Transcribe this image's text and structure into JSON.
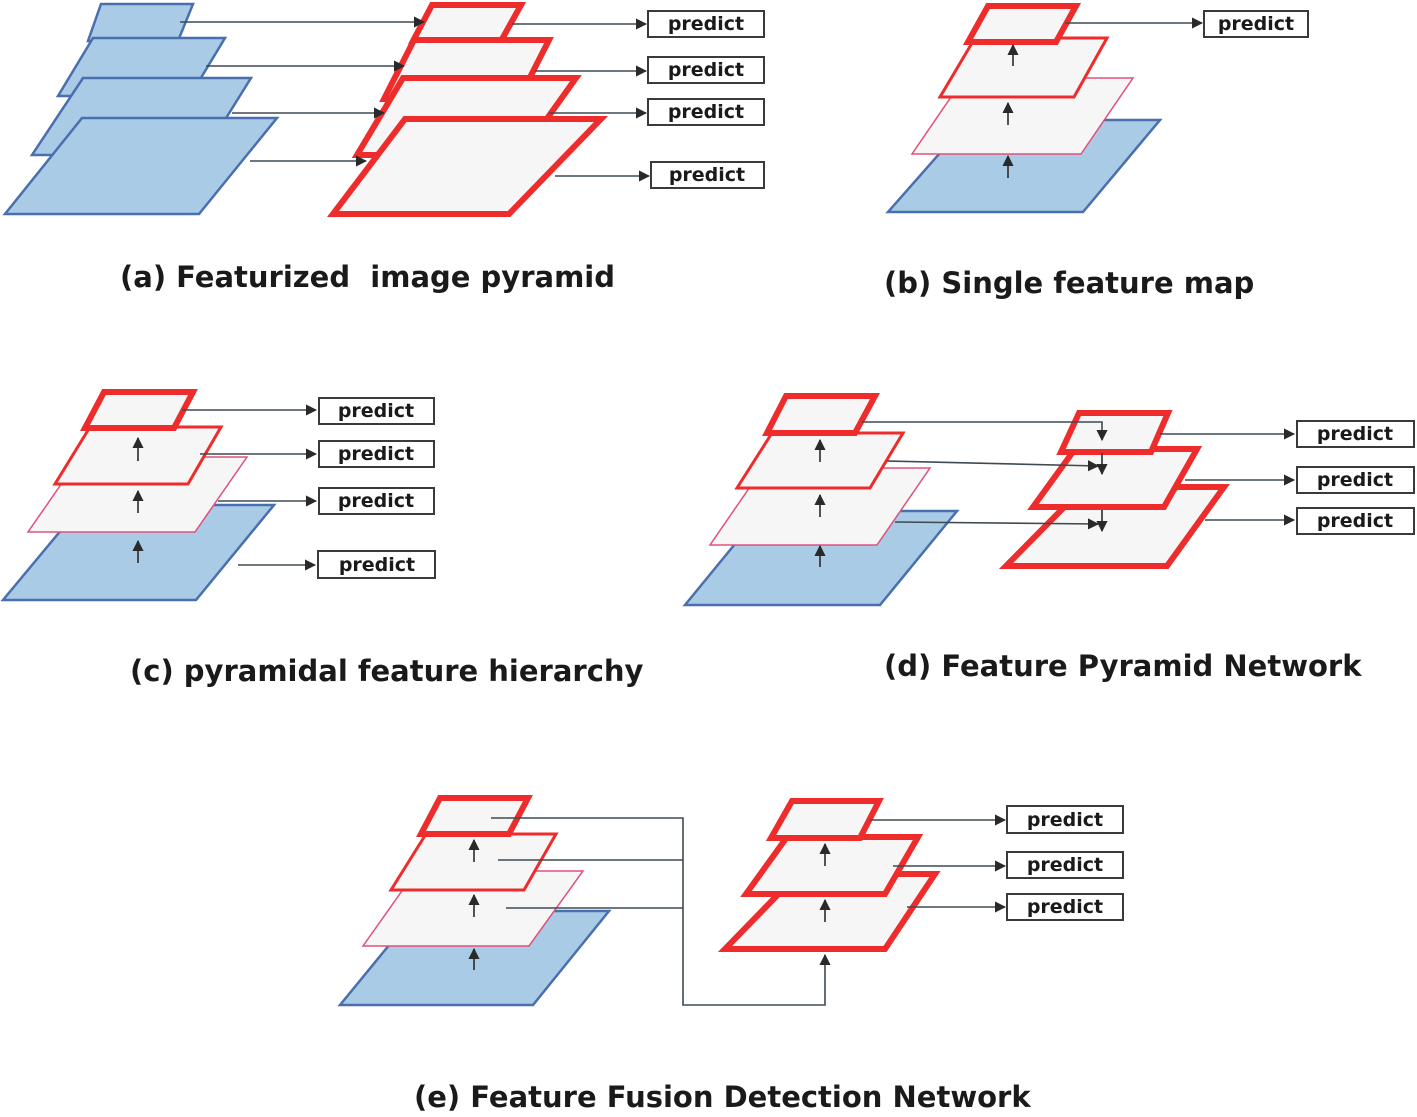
{
  "predict_label": "predict",
  "captions": {
    "a": "(a) Featurized  image pyramid",
    "b": "(b) Single feature map",
    "c": "(c) pyramidal feature hierarchy",
    "d": "(d) Feature Pyramid Network",
    "e": "(e) Feature Fusion Detection Network"
  },
  "colors": {
    "blue_fill": "#a9cbe6",
    "blue_stroke": "#4a6fae",
    "red_stroke": "#ee2c2c",
    "pink_stroke": "#e0507a",
    "layer_fill": "#f6f6f6"
  }
}
